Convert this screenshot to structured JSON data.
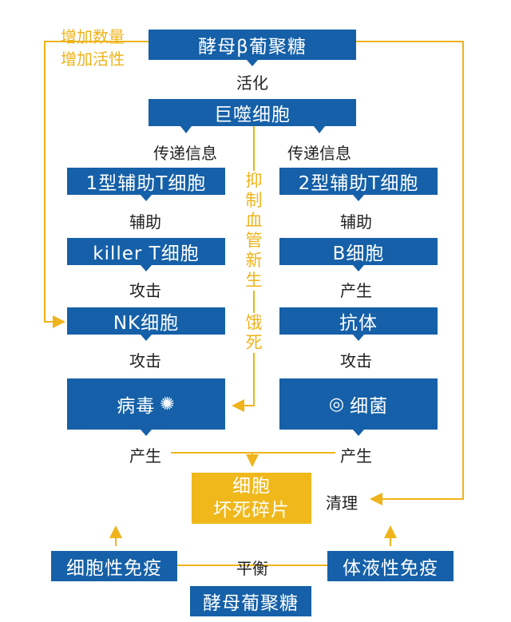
{
  "top": {
    "title": "酵母β葡聚糖",
    "increase_count": "增加数量",
    "increase_activity": "增加活性",
    "activate": "活化"
  },
  "macrophage": {
    "label": "巨噬细胞",
    "pass_left": "传递信息",
    "pass_right": "传递信息"
  },
  "left_chain": {
    "th1": "1型辅助T细胞",
    "help": "辅助",
    "killer": "killer T细胞",
    "attack1": "攻击",
    "nk": "NK细胞",
    "attack2": "攻击",
    "virus": "病毒",
    "produce": "产生"
  },
  "right_chain": {
    "th2": "2型辅助T细胞",
    "help": "辅助",
    "bcell": "B细胞",
    "produce1": "产生",
    "antibody": "抗体",
    "attack": "攻击",
    "bacteria": "细菌",
    "produce2": "产生"
  },
  "center": {
    "vertical_text_1": "抑制血管新生",
    "vertical_text_2": "饿死"
  },
  "necrosis": {
    "line1": "细胞",
    "line2": "坏死碎片",
    "cleanup": "清理"
  },
  "bottom": {
    "cellular": "细胞性免疫",
    "balance": "平衡",
    "humoral": "体液性免疫",
    "glucan": "酵母葡聚糖"
  },
  "colors": {
    "blue": "#1560a8",
    "gold": "#f0b81b",
    "gold_line": "#efb31b"
  },
  "icons": {
    "virus": "virus-icon",
    "bacteria": "bacteria-icon"
  }
}
